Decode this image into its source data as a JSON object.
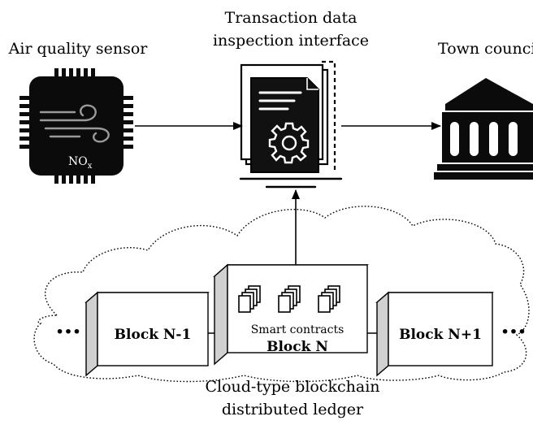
{
  "sensor": {
    "label": "Air quality sensor",
    "chip_label_main": "NO",
    "chip_label_sub": "x"
  },
  "interface": {
    "label_line1": "Transaction data",
    "label_line2": "inspection interface"
  },
  "council": {
    "label": "Town council"
  },
  "blocks": {
    "prev": "Block N-1",
    "current": "Block N",
    "next": "Block N+1",
    "smart_contracts": "Smart contracts",
    "ellipsis_left": "···",
    "ellipsis_right": "···"
  },
  "cloud": {
    "label_line1": "Cloud-type blockchain",
    "label_line2": "distributed ledger"
  },
  "colors": {
    "ink": "#000000",
    "box_fill": "#ffffff",
    "box_side": "#d0d0d0",
    "box_top": "#ececec",
    "chip_fill": "#0b0b0b",
    "wind_stroke": "#9a9a9a"
  }
}
